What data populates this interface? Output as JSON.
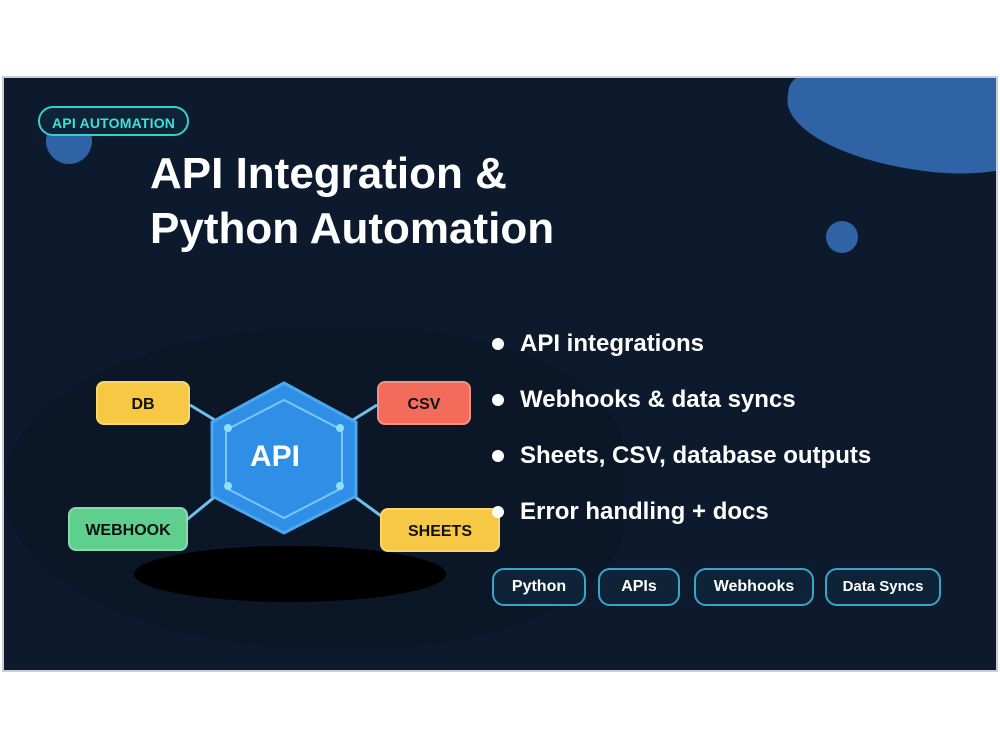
{
  "badge": {
    "label": "API AUTOMATION"
  },
  "title": {
    "line1": "API Integration &",
    "line2": "Python Automation"
  },
  "diagram": {
    "hub_label": "API",
    "nodes": {
      "db": "DB",
      "csv": "CSV",
      "webhook": "WEBHOOK",
      "sheets": "SHEETS"
    }
  },
  "bullets": [
    "API integrations",
    "Webhooks & data syncs",
    "Sheets, CSV, database outputs",
    "Error handling + docs"
  ],
  "tags": [
    "Python",
    "APIs",
    "Webhooks",
    "Data Syncs"
  ],
  "colors": {
    "background": "#0d1a2e",
    "accent_blue": "#2f63a6",
    "hub_blue": "#2f8fe6",
    "teal": "#3fe0d6",
    "db_yellow": "#f7c843",
    "csv_red": "#f26b5b",
    "webhook_green": "#5fcf8f"
  }
}
